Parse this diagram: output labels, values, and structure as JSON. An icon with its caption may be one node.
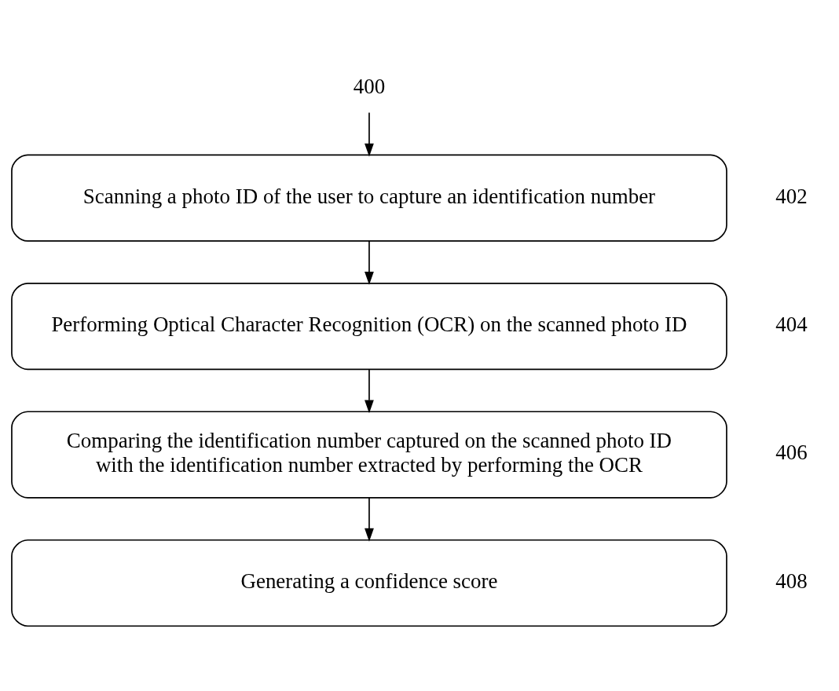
{
  "diagram": {
    "nodes": [
      {
        "text": [
          "400"
        ]
      },
      {
        "text": [
          "Scanning a photo ID of the user to capture an identification number"
        ],
        "beside": [
          "402"
        ]
      },
      {
        "text": [
          "Performing Optical Character Recognition (OCR) on the scanned photo ID"
        ],
        "beside": [
          "404"
        ]
      },
      {
        "text": [
          "Comparing the identification number captured on the scanned photo ID with the identification number extracted by performing the OCR"
        ],
        "beside": [
          "406"
        ]
      },
      {
        "text": [
          "Generating a confidence score"
        ],
        "beside": [
          "408"
        ]
      }
    ],
    "edges": [
      {
        "from": 0,
        "to": 1,
        "arrow": "to"
      },
      {
        "from": 1,
        "to": 2,
        "arrow": "to"
      },
      {
        "from": 2,
        "to": 3,
        "arrow": "to"
      },
      {
        "from": 3,
        "to": 4,
        "arrow": "to"
      }
    ]
  }
}
